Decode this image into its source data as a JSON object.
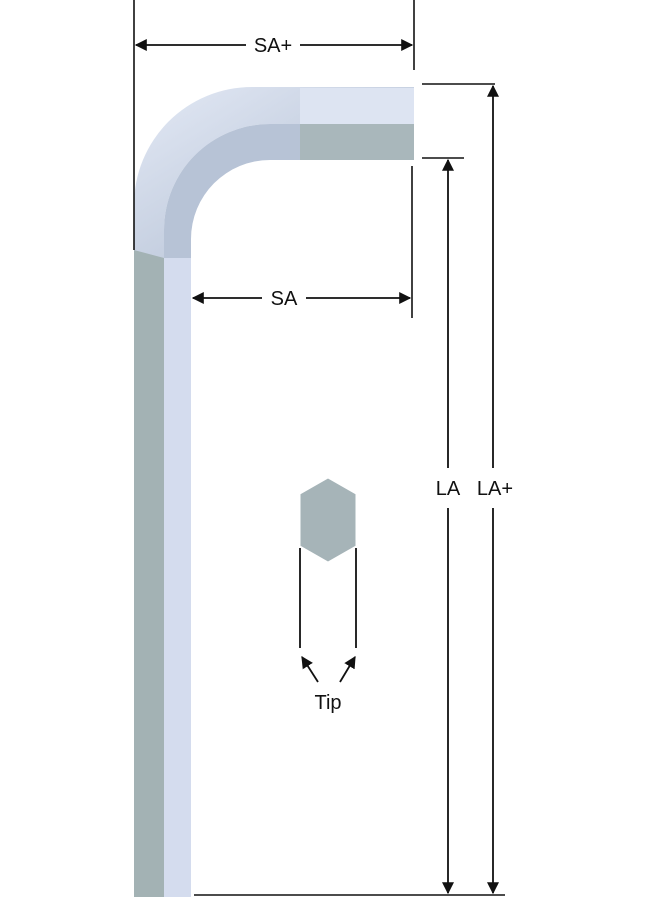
{
  "diagram": {
    "labels": {
      "short_arm_plus": "SA+",
      "short_arm": "SA",
      "long_arm": "LA",
      "long_arm_plus": "LA+",
      "tip": "Tip"
    },
    "colors": {
      "wrench_dark": "#a3b2b4",
      "wrench_light": "#d4dcee",
      "wrench_top": "#dfe6f4",
      "tip_hex": "#a6b4b8",
      "line": "#111111"
    }
  }
}
